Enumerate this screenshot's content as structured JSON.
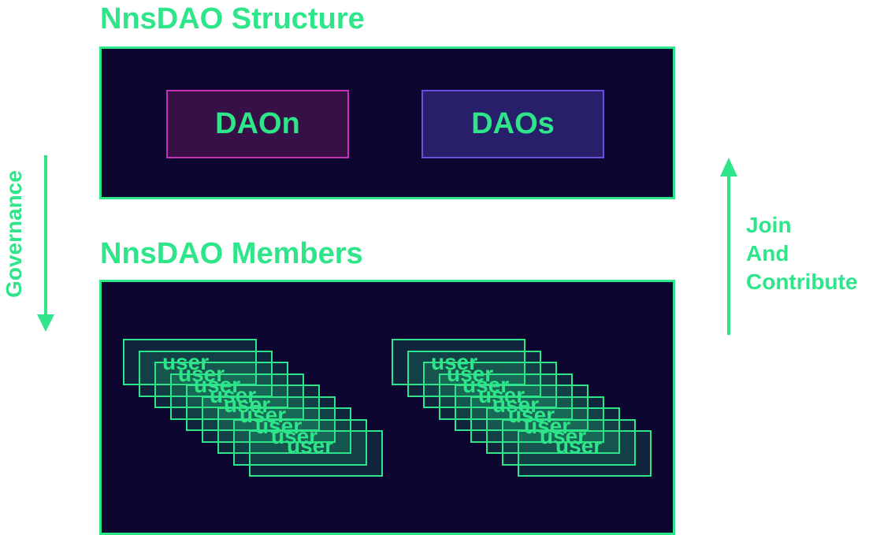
{
  "titles": {
    "structure": "NnsDAO Structure",
    "members": "NnsDAO Members"
  },
  "structure": {
    "daon": "DAOn",
    "daos": "DAOs"
  },
  "members": {
    "user_label": "user",
    "groups": 2,
    "cards_per_group": 9
  },
  "side": {
    "governance": "Governance",
    "join": [
      "Join",
      "And",
      "Contribute"
    ]
  },
  "colors": {
    "accent": "#2ee58a",
    "panel_bg": "#0c0630",
    "daon_border": "#c92fb6",
    "daos_border": "#6a4ee0"
  }
}
